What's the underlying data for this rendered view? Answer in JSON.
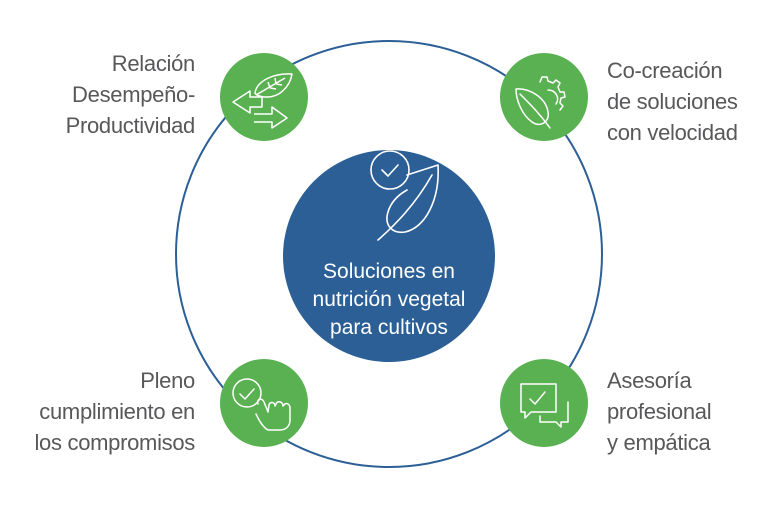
{
  "center": {
    "lines": [
      "Soluciones en",
      "nutrición vegetal",
      "para cultivos"
    ],
    "icon": "leaf-check-icon"
  },
  "items": [
    {
      "lines": [
        "Relación",
        "Desempeño-",
        "Productividad"
      ],
      "icon": "leaf-arrows-icon"
    },
    {
      "lines": [
        "Co-creación",
        "de soluciones",
        "con velocidad"
      ],
      "icon": "leaf-gear-icon"
    },
    {
      "lines": [
        "Pleno",
        "cumplimiento en",
        "los compromisos"
      ],
      "icon": "hand-check-icon"
    },
    {
      "lines": [
        "Asesoría",
        "profesional",
        "y empática"
      ],
      "icon": "chat-check-icon"
    }
  ],
  "colors": {
    "blue": "#2b5f96",
    "green": "#5ab152",
    "text": "#58585a"
  }
}
